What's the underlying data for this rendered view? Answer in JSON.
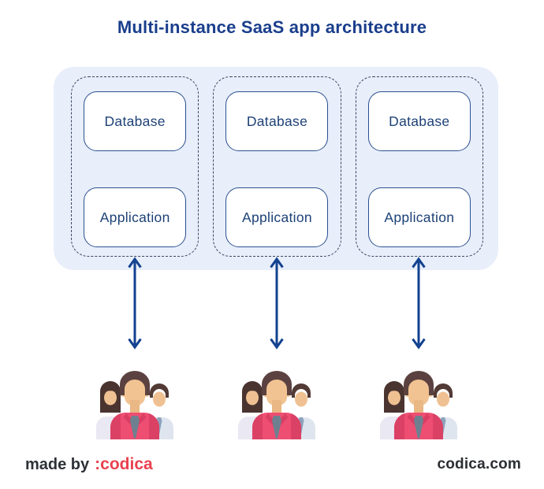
{
  "title": "Multi-instance SaaS app architecture",
  "instances": [
    {
      "database": "Database",
      "application": "Application"
    },
    {
      "database": "Database",
      "application": "Application"
    },
    {
      "database": "Database",
      "application": "Application"
    }
  ],
  "footer": {
    "made_by_label": "made by",
    "brand": ":codica",
    "website": "codica.com"
  },
  "icons": {
    "arrow": "double-headed-vertical-arrow-icon",
    "users": "user-group-icon"
  },
  "colors": {
    "title_navy": "#1a3e8c",
    "panel_bg": "#e8eefa",
    "dashed_border": "#3a4660",
    "box_border": "#2b5090",
    "box_text": "#1d4176",
    "arrow_navy": "#12418f",
    "brand_red": "#e8414e",
    "footer_text": "#2e3138",
    "shirt_pink": "#ee4e72",
    "skin_tan": "#efc192",
    "hair_brown": "#5b4240"
  }
}
